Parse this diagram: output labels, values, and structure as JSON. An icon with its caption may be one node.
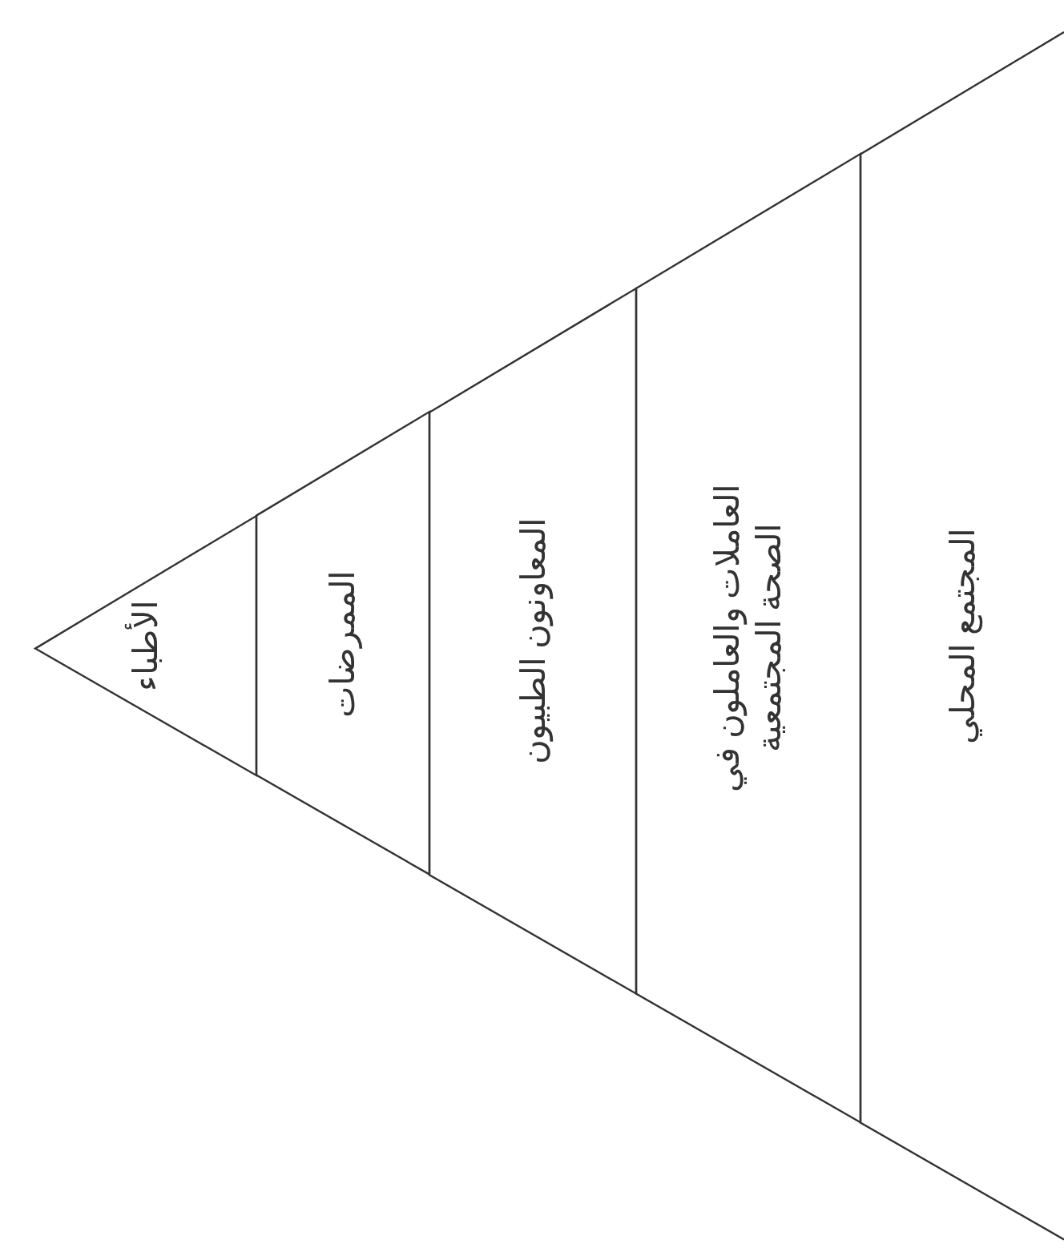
{
  "diagram": {
    "nodes": [
      {
        "text": [
          "الأطباء"
        ]
      },
      {
        "text": [
          "الممرضات"
        ]
      },
      {
        "text": [
          "المعاونون الطبيون"
        ]
      },
      {
        "text": [
          "العاملات والعاملون في الصحة المجتمعية"
        ]
      },
      {
        "text": [
          "المجتمع المحلي"
        ]
      }
    ]
  }
}
